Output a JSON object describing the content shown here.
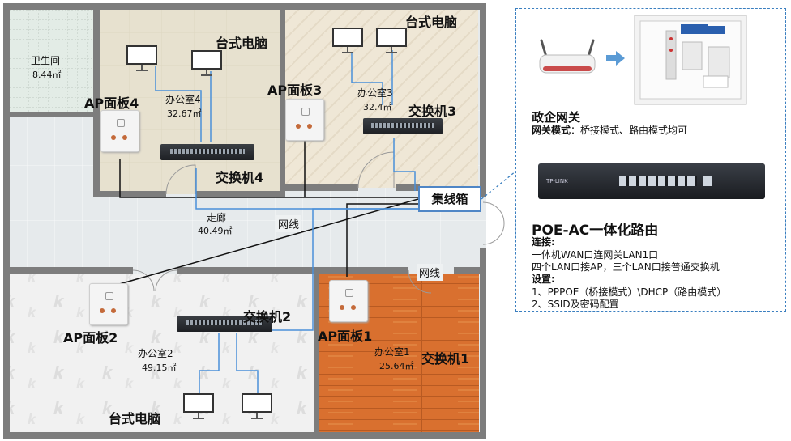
{
  "rooms": {
    "bathroom": {
      "name": "卫生间",
      "area": "8.44㎡"
    },
    "office4": {
      "name": "办公室4",
      "area": "32.67㎡"
    },
    "office3": {
      "name": "办公室3",
      "area": "32.4㎡"
    },
    "corridor": {
      "name": "走廊",
      "area": "40.49㎡"
    },
    "office2": {
      "name": "办公室2",
      "area": "49.15㎡"
    },
    "office1": {
      "name": "办公室1",
      "area": "25.64㎡"
    }
  },
  "labels": {
    "pc_top4": "台式电脑",
    "pc_top3": "台式电脑",
    "pc_bottom2": "台式电脑",
    "ap4": "AP面板4",
    "ap3": "AP面板3",
    "ap2": "AP面板2",
    "ap1": "AP面板1",
    "switch4": "交换机4",
    "switch3": "交换机3",
    "switch2": "交换机2",
    "switch1": "交换机1",
    "junction_box": "集线箱",
    "cable1": "网线",
    "cable2": "网线"
  },
  "panel": {
    "gateway_title": "政企网关",
    "gateway_mode_label": "网关模式",
    "gateway_mode_text": "：桥接模式、路由模式均可",
    "router_title": "POE-AC一体化路由",
    "connect_label": "连接:",
    "connect_line1": "一体机WAN口连网关LAN1口",
    "connect_line2": "四个LAN口接AP，三个LAN口接普通交换机",
    "settings_label": "设置:",
    "settings_line1": "1、PPPOE（桥接模式）\\DHCP（路由模式）",
    "settings_line2": "2、SSID及密码配置",
    "router_brand": "TP-LINK"
  },
  "colors": {
    "cable_blue": "#4a90d9",
    "cable_black": "#111111",
    "wall": "#7d7d7d",
    "floor_wood": "#d9702f",
    "panel_border": "#3a7fc0"
  }
}
